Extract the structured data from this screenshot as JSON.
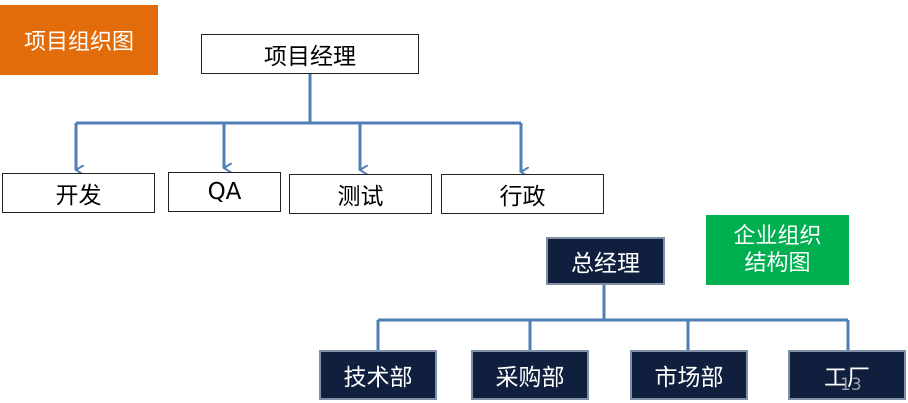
{
  "project_chart": {
    "badge_label": "项目组织图",
    "root": "项目经理",
    "children": [
      "开发",
      "QA",
      "测试",
      "行政"
    ]
  },
  "company_chart": {
    "badge_line1": "企业组织",
    "badge_line2": "结构图",
    "root": "总经理",
    "children": [
      "技术部",
      "采购部",
      "市场部",
      "工厂"
    ]
  },
  "page_number": "13",
  "colors": {
    "orange_badge": "#e36c0a",
    "green_badge": "#00b050",
    "connector": "#4f7fb5",
    "dark_box": "#0f1f3d"
  }
}
